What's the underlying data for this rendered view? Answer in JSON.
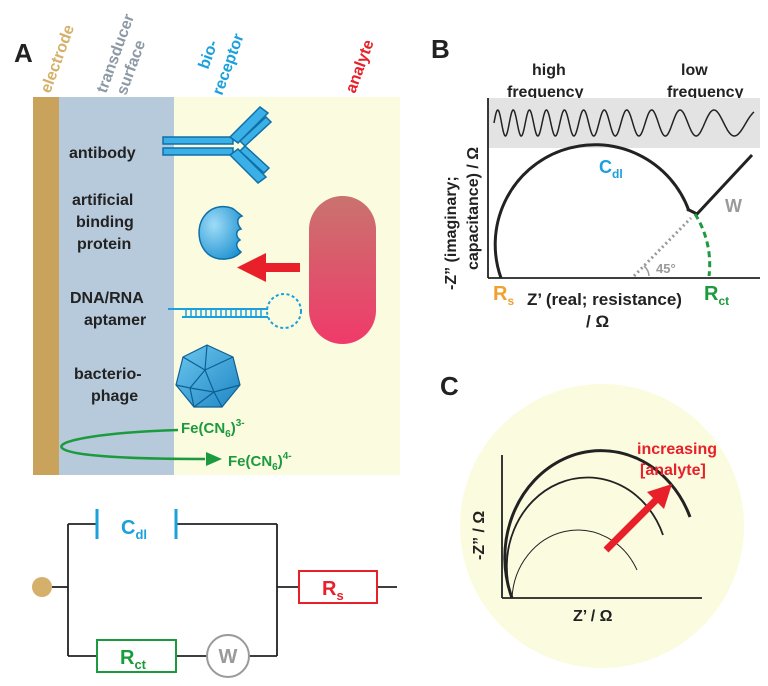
{
  "panelA": {
    "letter": "A",
    "columns": {
      "electrode": "electrode",
      "transducer1": "transducer",
      "transducer2": "surface",
      "bio1": "bio-",
      "bio2": "receptor",
      "analyte": "analyte"
    },
    "receptors": {
      "antibody": "antibody",
      "abp1": "artificial",
      "abp2": "binding",
      "abp3": "protein",
      "dna1": "DNA/RNA",
      "dna2": "aptamer",
      "phage1": "bacterio-",
      "phage2": "phage"
    },
    "redox": {
      "fe3_base": "Fe(CN",
      "fe3_sub": "6",
      "fe3_close": ")",
      "fe3_sup": "3-",
      "fe4_base": "Fe(CN",
      "fe4_sub": "6",
      "fe4_close": ")",
      "fe4_sup": "4-"
    }
  },
  "circuit": {
    "cdl_main": "C",
    "cdl_sub": "dl",
    "rs_main": "R",
    "rs_sub": "s",
    "rct_main": "R",
    "rct_sub": "ct",
    "w": "W"
  },
  "panelB": {
    "letter": "B",
    "high1": "high",
    "high2": "frequency",
    "low1": "low",
    "low2": "frequency",
    "ylabel1": "-Z” (imaginary;",
    "ylabel2": "capacitance) / Ω",
    "cdl_main": "C",
    "cdl_sub": "dl",
    "w": "W",
    "angle": "45°",
    "rs_main": "R",
    "rs_sub": "s",
    "rct_main": "R",
    "rct_sub": "ct",
    "xlabel1": "Z’ (real; resistance)",
    "xlabel2": "/ Ω"
  },
  "panelC": {
    "letter": "C",
    "increasing1": "increasing",
    "increasing2": "[analyte]",
    "ylabel": "-Z” / Ω",
    "xlabel": "Z’  / Ω"
  },
  "colors": {
    "electrode": "#c9a25c",
    "transducer": "#b7cadb",
    "cream": "#fbfbe0",
    "blue": "#1aa0dc",
    "red": "#e8202a",
    "green": "#1c9a3e",
    "orange": "#f0a030",
    "gray": "#9a9a9a"
  }
}
